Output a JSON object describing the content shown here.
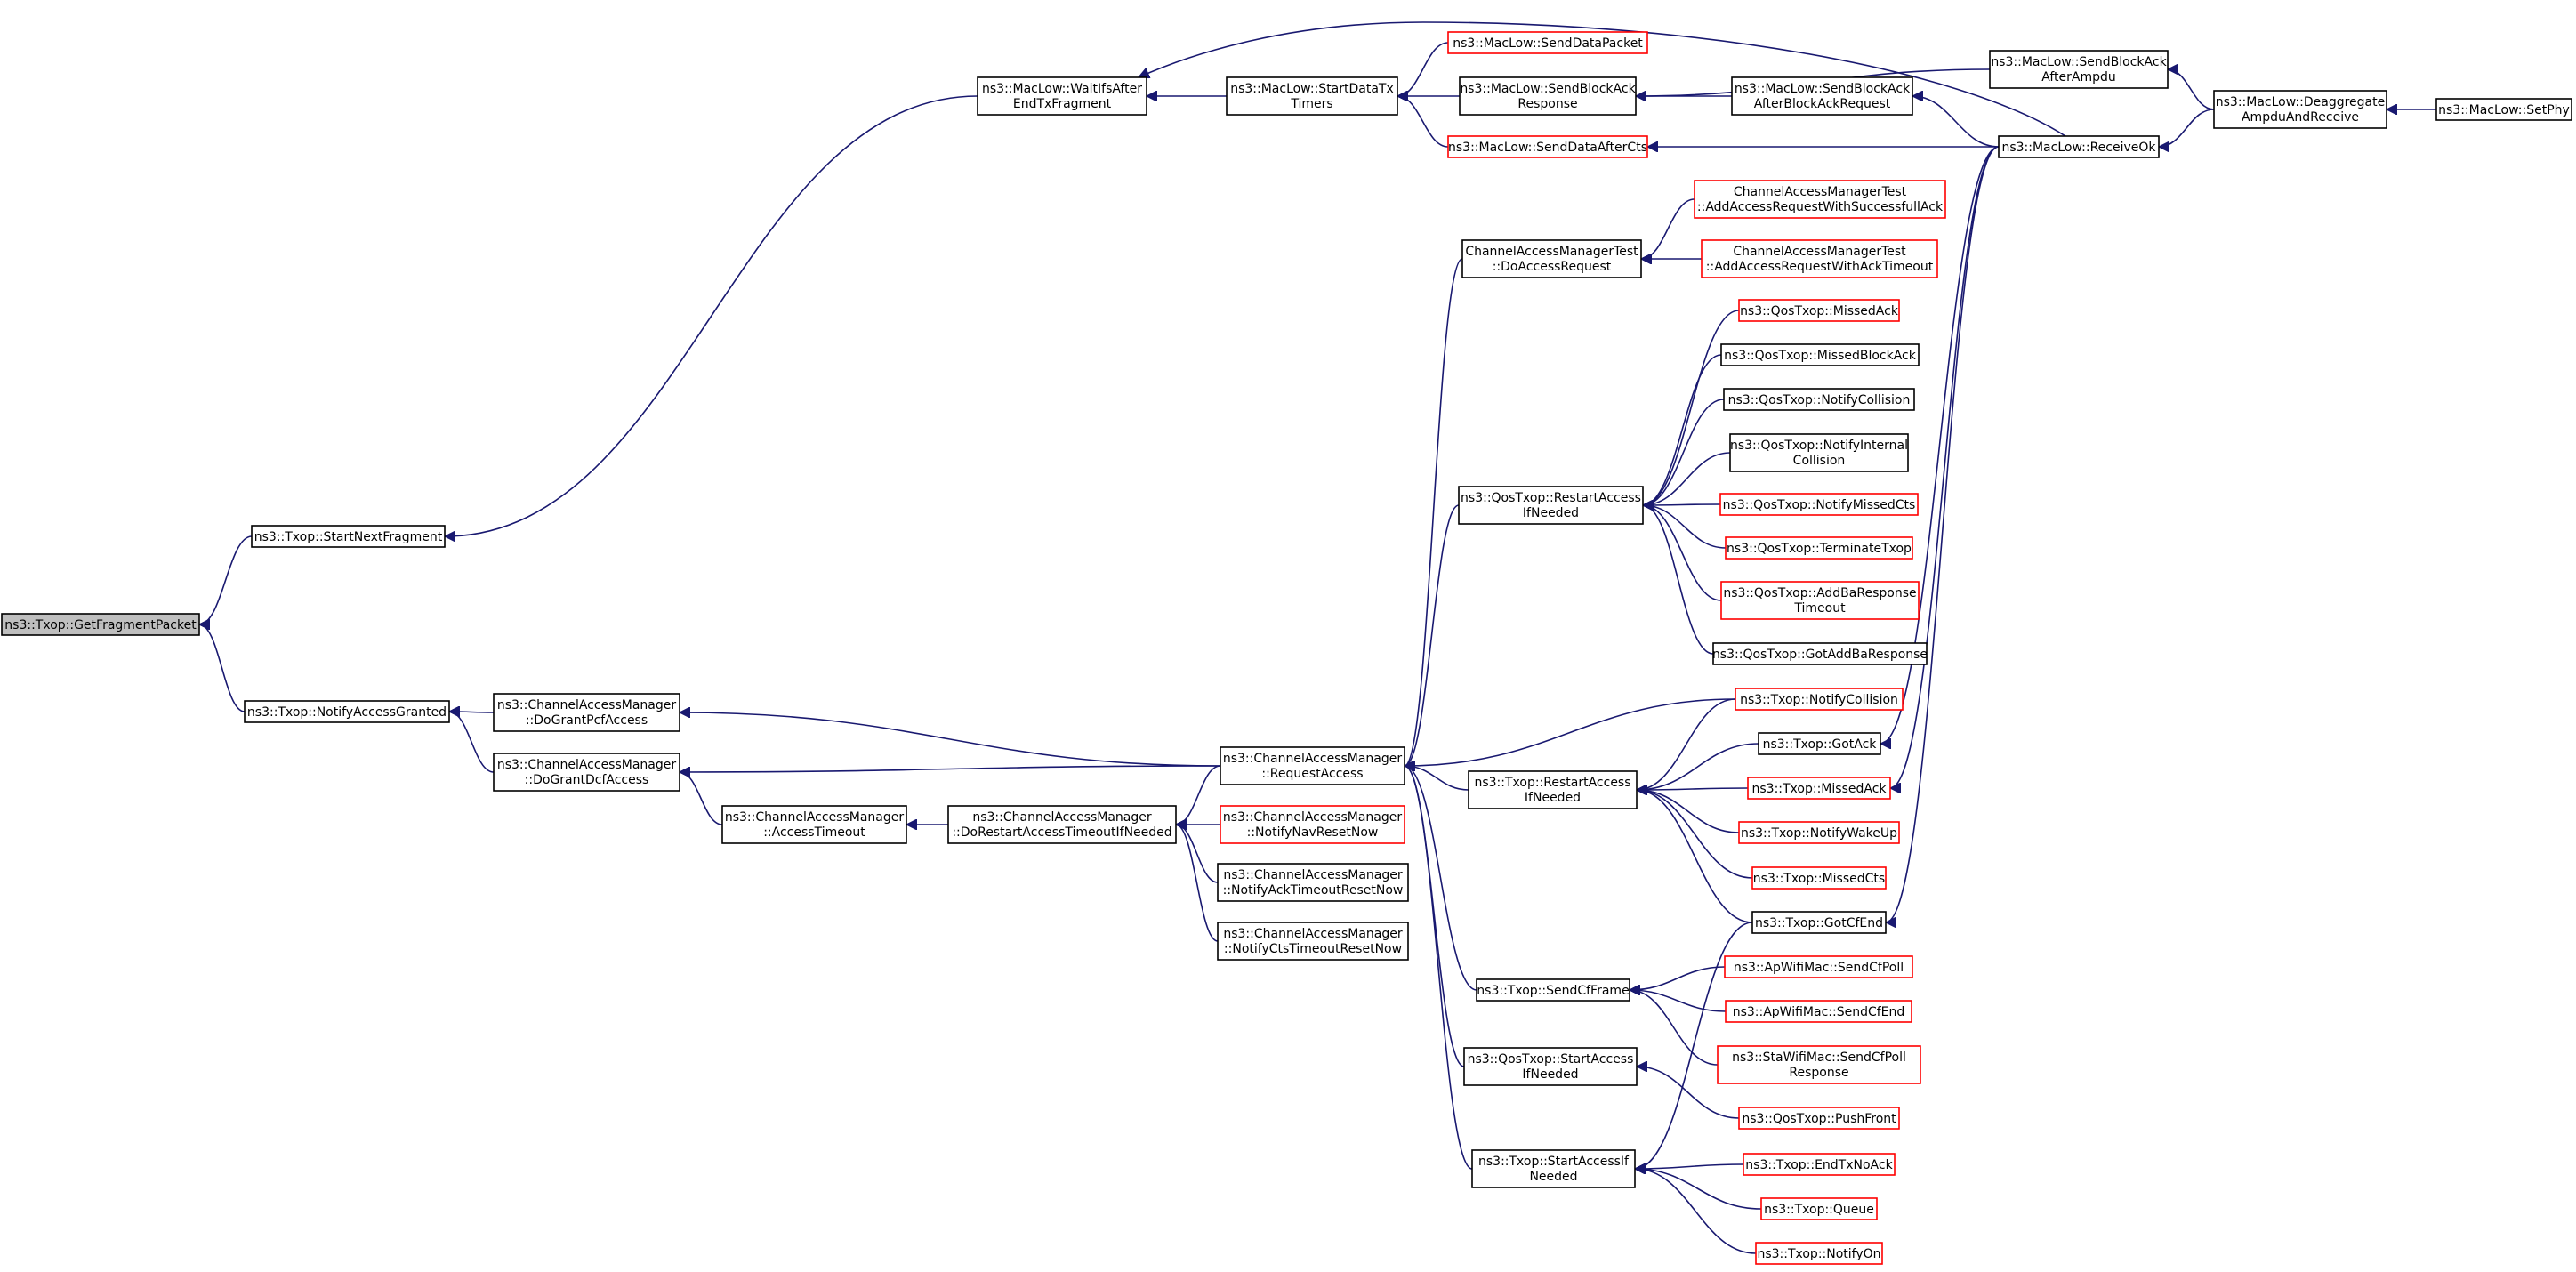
{
  "colors": {
    "edge": "#191970",
    "link_box": "#000000",
    "ref_box": "#ff0000",
    "root_fill": "#bfbfbf"
  },
  "nodes": {
    "root": [
      "ns3::Txop::GetFragmentPacket"
    ],
    "startNextFragment": [
      "ns3::Txop::StartNextFragment"
    ],
    "notifyAccessGranted": [
      "ns3::Txop::NotifyAccessGranted"
    ],
    "waitIfs": [
      "ns3::MacLow::WaitIfsAfter",
      "EndTxFragment"
    ],
    "startDataTx": [
      "ns3::MacLow::StartDataTx",
      "Timers"
    ],
    "sendDataPacket": [
      "ns3::MacLow::SendDataPacket"
    ],
    "sendBlockAckResponse": [
      "ns3::MacLow::SendBlockAck",
      "Response"
    ],
    "sendDataAfterCts": [
      "ns3::MacLow::SendDataAfterCts"
    ],
    "sendBlockAckAfterAmpdu": [
      "ns3::MacLow::SendBlockAck",
      "AfterAmpdu"
    ],
    "sendBlockAckAfterBAR": [
      "ns3::MacLow::SendBlockAck",
      "AfterBlockAckRequest"
    ],
    "receiveOk": [
      "ns3::MacLow::ReceiveOk"
    ],
    "deaggregate": [
      "ns3::MacLow::Deaggregate",
      "AmpduAndReceive"
    ],
    "setPhy": [
      "ns3::MacLow::SetPhy"
    ],
    "camtDoAccess": [
      "ChannelAccessManagerTest",
      "::DoAccessRequest"
    ],
    "camtSuccess": [
      "ChannelAccessManagerTest",
      "::AddAccessRequestWithSuccessfullAck"
    ],
    "camtTimeout": [
      "ChannelAccessManagerTest",
      "::AddAccessRequestWithAckTimeout"
    ],
    "qosMissedAck": [
      "ns3::QosTxop::MissedAck"
    ],
    "qosMissedBlockAck": [
      "ns3::QosTxop::MissedBlockAck"
    ],
    "qosNotifyCollision": [
      "ns3::QosTxop::NotifyCollision"
    ],
    "qosNotifyInternal": [
      "ns3::QosTxop::NotifyInternal",
      "Collision"
    ],
    "qosRestart": [
      "ns3::QosTxop::RestartAccess",
      "IfNeeded"
    ],
    "qosNotifyMissedCts": [
      "ns3::QosTxop::NotifyMissedCts"
    ],
    "qosTerminate": [
      "ns3::QosTxop::TerminateTxop"
    ],
    "qosAddBa": [
      "ns3::QosTxop::AddBaResponse",
      "Timeout"
    ],
    "qosGotAddBa": [
      "ns3::QosTxop::GotAddBaResponse"
    ],
    "camDoGrantPcf": [
      "ns3::ChannelAccessManager",
      "::DoGrantPcfAccess"
    ],
    "camDoGrantDcf": [
      "ns3::ChannelAccessManager",
      "::DoGrantDcfAccess"
    ],
    "camRequest": [
      "ns3::ChannelAccessManager",
      "::RequestAccess"
    ],
    "txopNotifyCollision": [
      "ns3::Txop::NotifyCollision"
    ],
    "txopGotAck": [
      "ns3::Txop::GotAck"
    ],
    "txopRestart": [
      "ns3::Txop::RestartAccess",
      "IfNeeded"
    ],
    "txopMissedAck": [
      "ns3::Txop::MissedAck"
    ],
    "camAccessTimeout": [
      "ns3::ChannelAccessManager",
      "::AccessTimeout"
    ],
    "camDoRestart": [
      "ns3::ChannelAccessManager",
      "::DoRestartAccessTimeoutIfNeeded"
    ],
    "camNotifyNav": [
      "ns3::ChannelAccessManager",
      "::NotifyNavResetNow"
    ],
    "txopNotifyWakeUp": [
      "ns3::Txop::NotifyWakeUp"
    ],
    "camNotifyAck": [
      "ns3::ChannelAccessManager",
      "::NotifyAckTimeoutResetNow"
    ],
    "txopMissedCts": [
      "ns3::Txop::MissedCts"
    ],
    "camNotifyCts": [
      "ns3::ChannelAccessManager",
      "::NotifyCtsTimeoutResetNow"
    ],
    "txopGotCfEnd": [
      "ns3::Txop::GotCfEnd"
    ],
    "apSendCfPoll": [
      "ns3::ApWifiMac::SendCfPoll"
    ],
    "txopSendCfFrame": [
      "ns3::Txop::SendCfFrame"
    ],
    "apSendCfEnd": [
      "ns3::ApWifiMac::SendCfEnd"
    ],
    "staSendCfPoll": [
      "ns3::StaWifiMac::SendCfPoll",
      "Response"
    ],
    "qosStartAccess": [
      "ns3::QosTxop::StartAccess",
      "IfNeeded"
    ],
    "qosPushFront": [
      "ns3::QosTxop::PushFront"
    ],
    "txopStartAccess": [
      "ns3::Txop::StartAccessIf",
      "Needed"
    ],
    "txopEndTxNoAck": [
      "ns3::Txop::EndTxNoAck"
    ],
    "txopQueue": [
      "ns3::Txop::Queue"
    ],
    "txopNotifyOn": [
      "ns3::Txop::NotifyOn"
    ]
  }
}
